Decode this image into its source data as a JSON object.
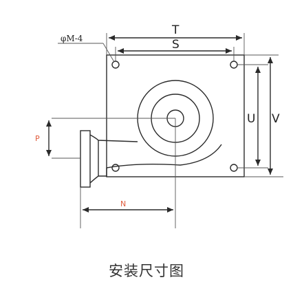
{
  "diagram": {
    "hole_spec": "φM-4",
    "labels": {
      "top_outer": "T",
      "top_inner": "S",
      "right_inner": "U",
      "right_outer": "V",
      "left_offset": "P",
      "bottom_depth": "N"
    },
    "caption": "安装尺寸图",
    "colors": {
      "line": "#2a2a2a",
      "red_label": "#e05a3a"
    }
  }
}
